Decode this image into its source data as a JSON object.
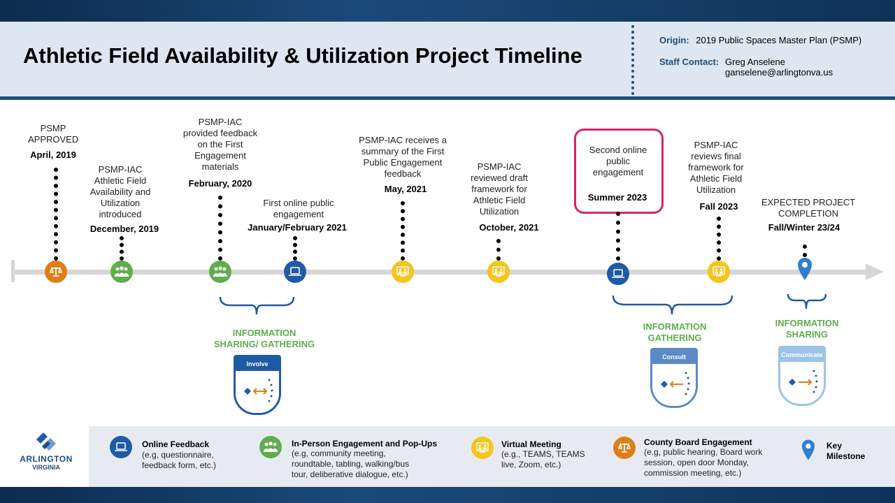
{
  "header": {
    "title": "Athletic Field Availability & Utilization Project Timeline",
    "origin_label": "Origin:",
    "origin_value": "2019 Public Spaces Master Plan (PSMP)",
    "contact_label": "Staff Contact:",
    "contact_name": "Greg Anselene",
    "contact_email": "ganselene@arlingtonva.us"
  },
  "milestones": [
    {
      "label": "PSMP APPROVED",
      "date": "April, 2019",
      "icon": "scales-icon"
    },
    {
      "label": "PSMP-IAC Athletic Field Availability and Utilization introduced",
      "date": "December, 2019",
      "icon": "people-icon"
    },
    {
      "label": "PSMP-IAC provided feedback on the First Engagement materials",
      "date": "February, 2020",
      "icon": "people-icon"
    },
    {
      "label": "First online public engagement",
      "date": "January/February 2021",
      "icon": "laptop-icon"
    },
    {
      "label": "PSMP-IAC receives a summary of the First Public Engagement feedback",
      "date": "May, 2021",
      "icon": "video-meeting-icon"
    },
    {
      "label": "PSMP-IAC reviewed draft framework for Athletic Field Utilization",
      "date": "October, 2021",
      "icon": "video-meeting-icon"
    },
    {
      "label": "Second online public engagement",
      "date": "Summer 2023",
      "icon": "laptop-icon"
    },
    {
      "label": "PSMP-IAC reviews final framework for Athletic Field Utilization",
      "date": "Fall 2023",
      "icon": "video-meeting-icon"
    },
    {
      "label": "EXPECTED PROJECT COMPLETION",
      "date": "Fall/Winter 23/24",
      "icon": "map-pin-icon"
    }
  ],
  "phases": [
    {
      "label": "INFORMATION SHARING/ GATHERING",
      "badge": "Involve",
      "badge_color": "#1f5aa6"
    },
    {
      "label": "INFORMATION GATHERING",
      "badge": "Consult",
      "badge_color": "#5b8ac6"
    },
    {
      "label": "INFORMATION SHARING",
      "badge": "Communicate",
      "badge_color": "#9cc3e8"
    }
  ],
  "legend": [
    {
      "title": "Online Feedback",
      "desc": [
        "(e.g, questionnaire,",
        "feedback form, etc.)"
      ],
      "icon": "laptop-icon"
    },
    {
      "title": "In-Person Engagement and Pop-Ups",
      "desc": [
        "(e.g, community meeting,",
        "roundtable, tabling, walking/bus",
        "tour, deliberative dialogue, etc.)"
      ],
      "icon": "people-icon"
    },
    {
      "title": "Virtual Meeting",
      "desc": [
        "(e.g., TEAMS, TEAMS",
        "live, Zoom, etc.)"
      ],
      "icon": "video-meeting-icon"
    },
    {
      "title": "County Board Engagement",
      "desc": [
        "(e.g, public hearing, Board work",
        "session, open door Monday,",
        "commission meeting, etc.)"
      ],
      "icon": "scales-icon"
    },
    {
      "title": "Key Milestone",
      "desc": [],
      "icon": "map-pin-icon"
    }
  ],
  "logo": {
    "name": "ARLINGTON",
    "sub": "VIRGINIA"
  },
  "colors": {
    "navy": "#1f4e79",
    "green": "#5fad4e",
    "orange": "#e07d16",
    "yellow": "#f4c51c",
    "blue": "#1f5aa6",
    "highlight": "#d8246c"
  }
}
